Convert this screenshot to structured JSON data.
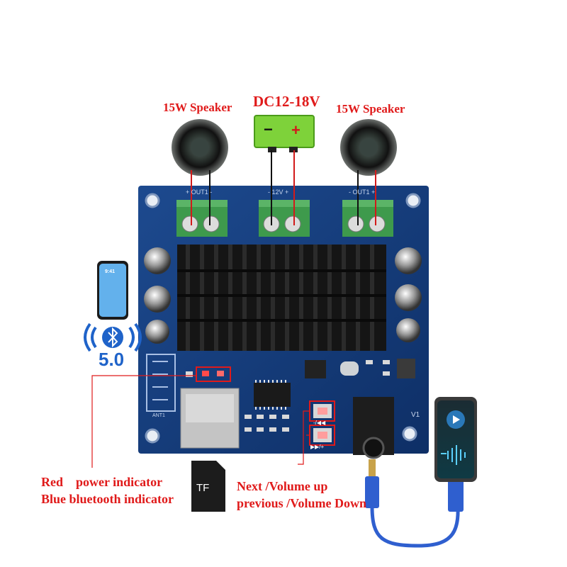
{
  "labels": {
    "speaker_left": "15W Speaker",
    "speaker_right": "15W Speaker",
    "power": "DC12-18V",
    "battery_minus": "−",
    "battery_plus": "+",
    "bt_version": "5.0",
    "phone_time": "9:41",
    "indicator_line1": "Red    power indicator",
    "indicator_line2": "Blue bluetooth indicator",
    "button_line1": "Next /Volume up",
    "button_line2": "previous /Volume Down",
    "tf_card": "TF"
  },
  "board_silkscreen": {
    "out1_left": "+ OUT1 -",
    "vin": "- 12V +",
    "out1_right": "- OUT1 +",
    "ant": "ANT1",
    "version": "V1",
    "btn_prev": "-/◀◀",
    "btn_next": "▶▶/+"
  },
  "colors": {
    "board": "#123a78",
    "heatsink": "#151515",
    "terminal": "#3e9a4c",
    "battery": "#7ed23a",
    "label_red": "#e01a1a",
    "bt_blue": "#1f63c9",
    "cable_blue": "#2f5fcf"
  },
  "icons": {
    "phone": "smartphone-icon",
    "bluetooth": "bluetooth-icon",
    "tf": "tf-card-icon",
    "mp3": "mp3-player-icon",
    "speaker": "speaker-icon"
  }
}
